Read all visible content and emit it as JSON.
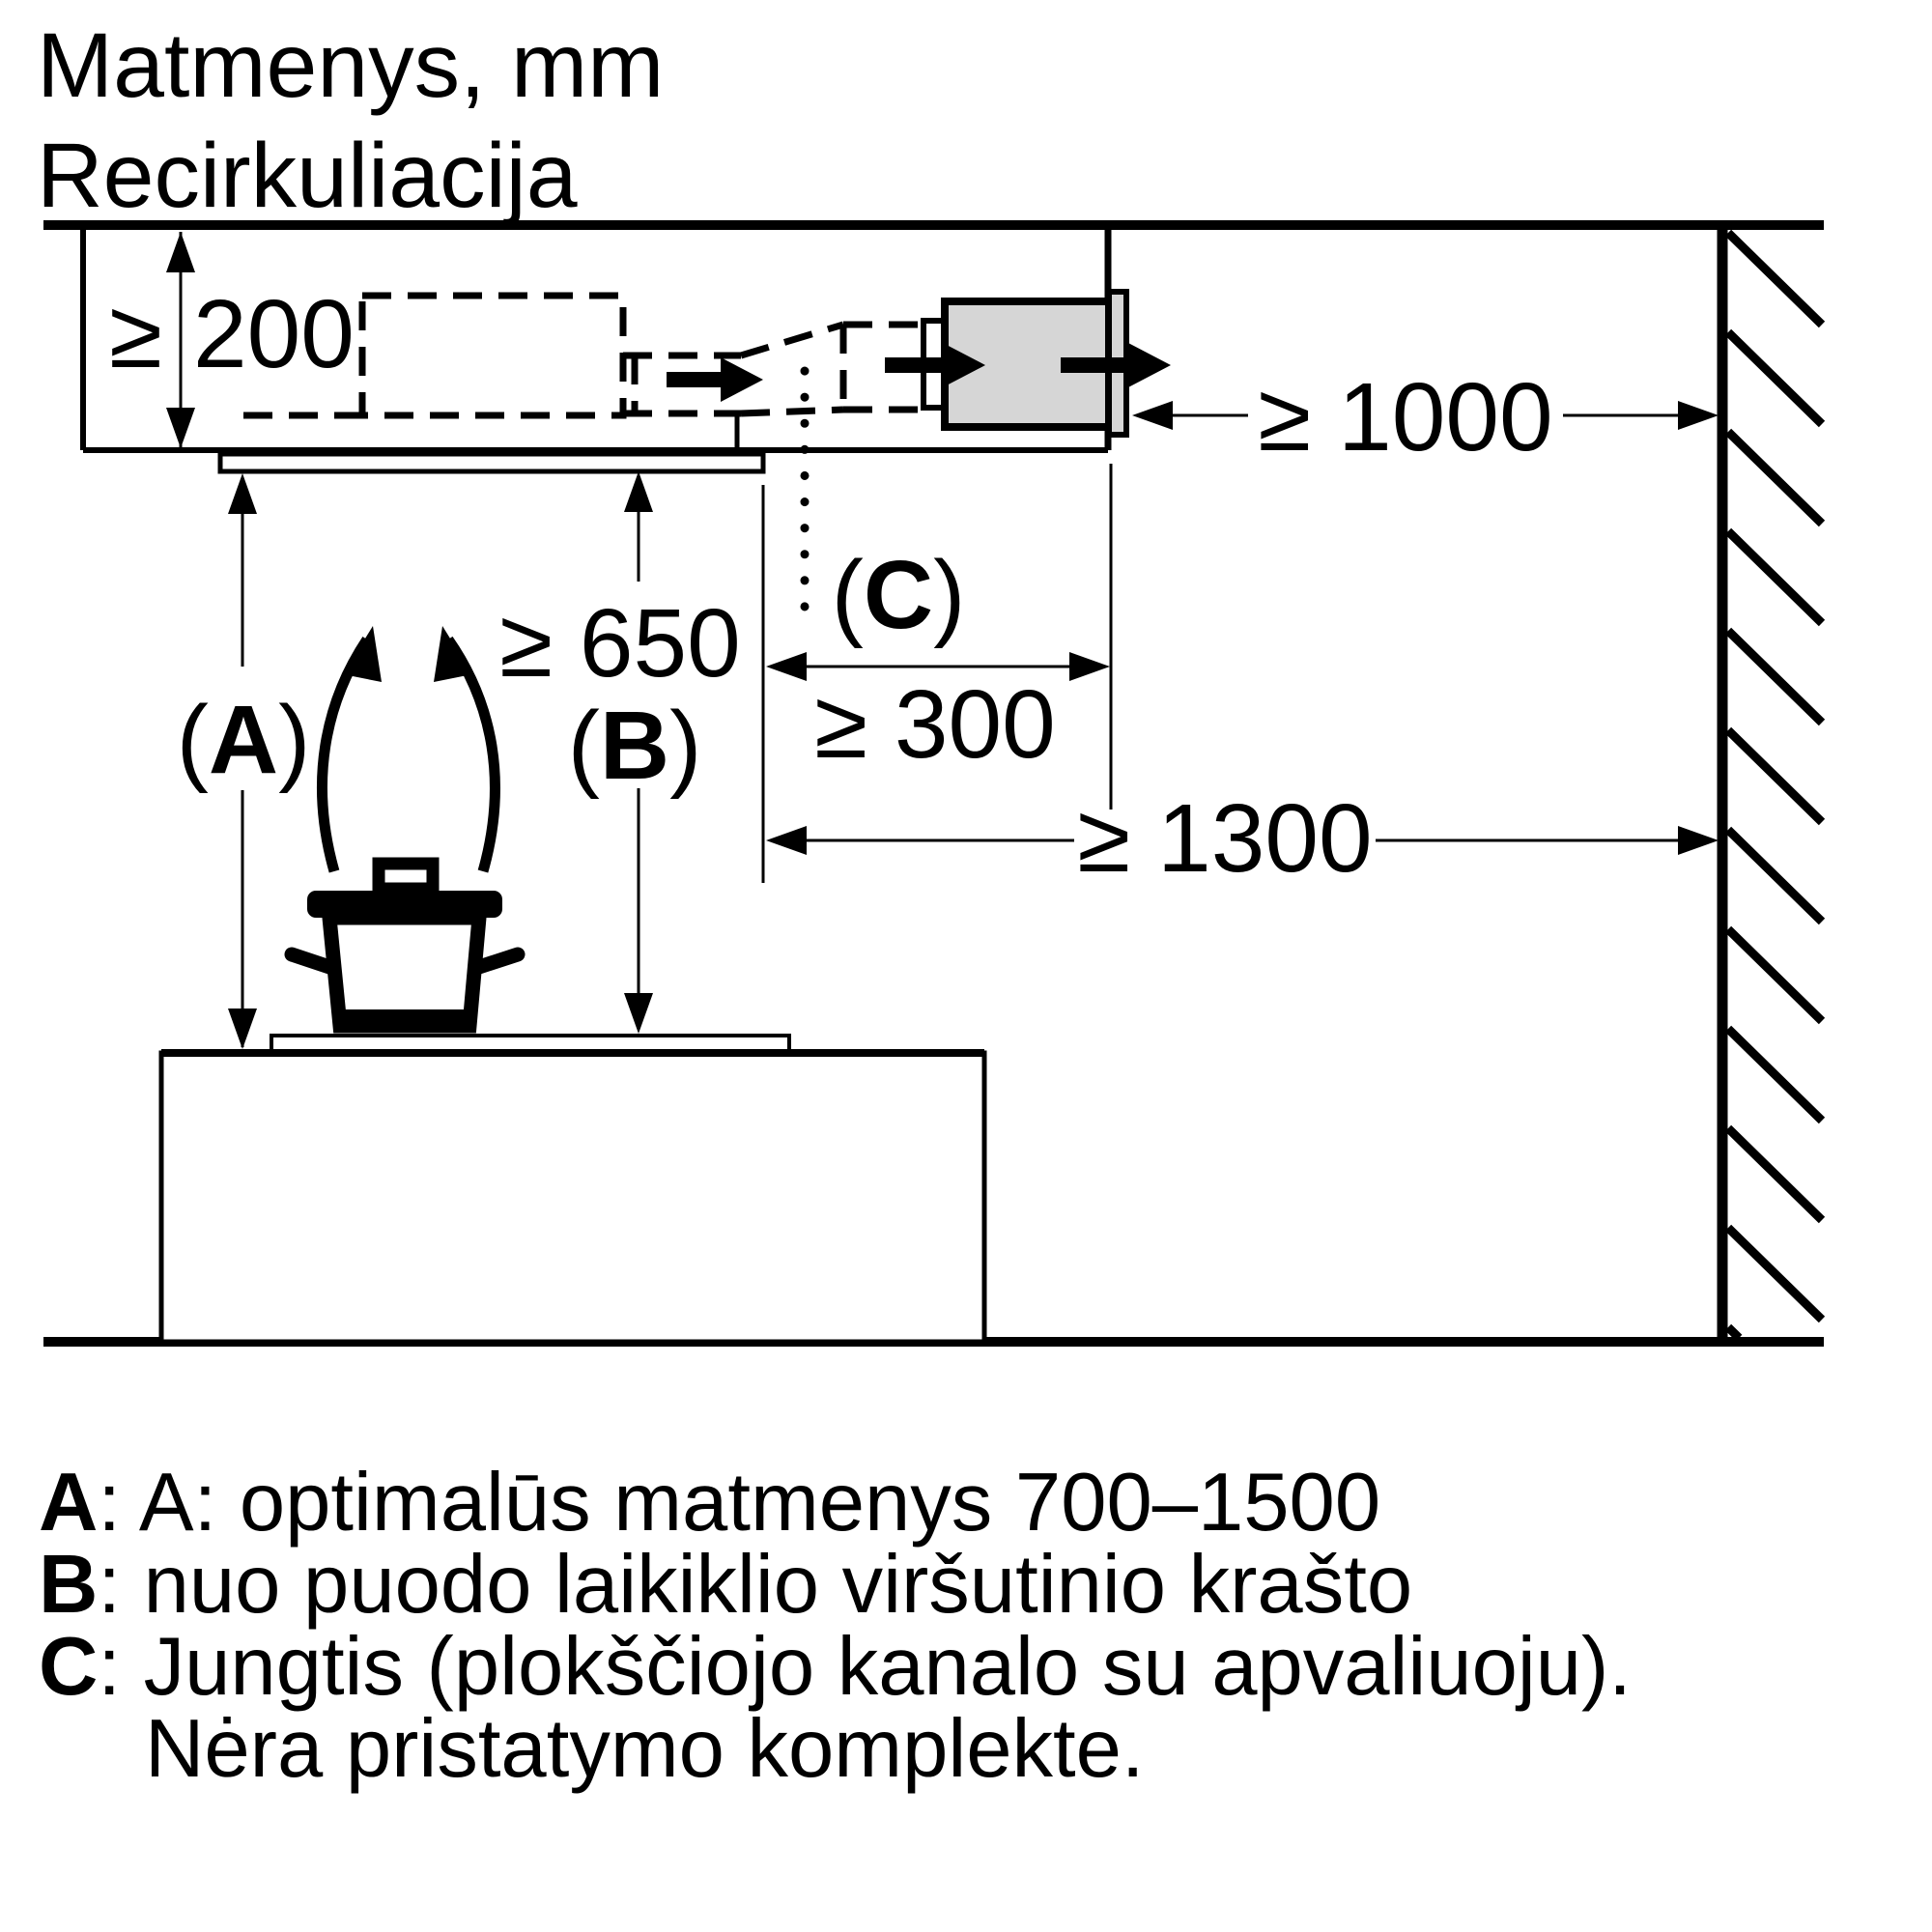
{
  "title": {
    "line1": "Matmenys, mm",
    "line2": "Recirkuliacija"
  },
  "dimensions": {
    "ceiling_clearance": {
      "symbol": "≥",
      "value": "200"
    },
    "hood_to_hob": {
      "symbol": "≥",
      "value": "650"
    },
    "duct_connection": {
      "symbol": "≥",
      "value": "300"
    },
    "hob_to_wall": {
      "symbol": "≥",
      "value": "1300"
    },
    "blower_to_wall": {
      "symbol": "≥",
      "value": "1000"
    }
  },
  "labels": {
    "a": {
      "open": "(",
      "letter": "A",
      "close": ")"
    },
    "b": {
      "open": "(",
      "letter": "B",
      "close": ")"
    },
    "c": {
      "open": "(",
      "letter": "C",
      "close": ")"
    }
  },
  "legend": {
    "items": [
      {
        "letter": "A",
        "rest": ": A: optimalūs matmenys 700–1500"
      },
      {
        "letter": "B",
        "rest": ": nuo puodo laikiklio viršutinio krašto"
      },
      {
        "letter": "C",
        "rest": ": Jungtis (plokščiojo kanalo su apvaliuoju)."
      },
      {
        "letter": "",
        "rest": "Nėra pristatymo komplekte."
      }
    ]
  },
  "colors": {
    "line": "#000000",
    "unit_fill": "#d6d6d6",
    "background": "#ffffff"
  }
}
